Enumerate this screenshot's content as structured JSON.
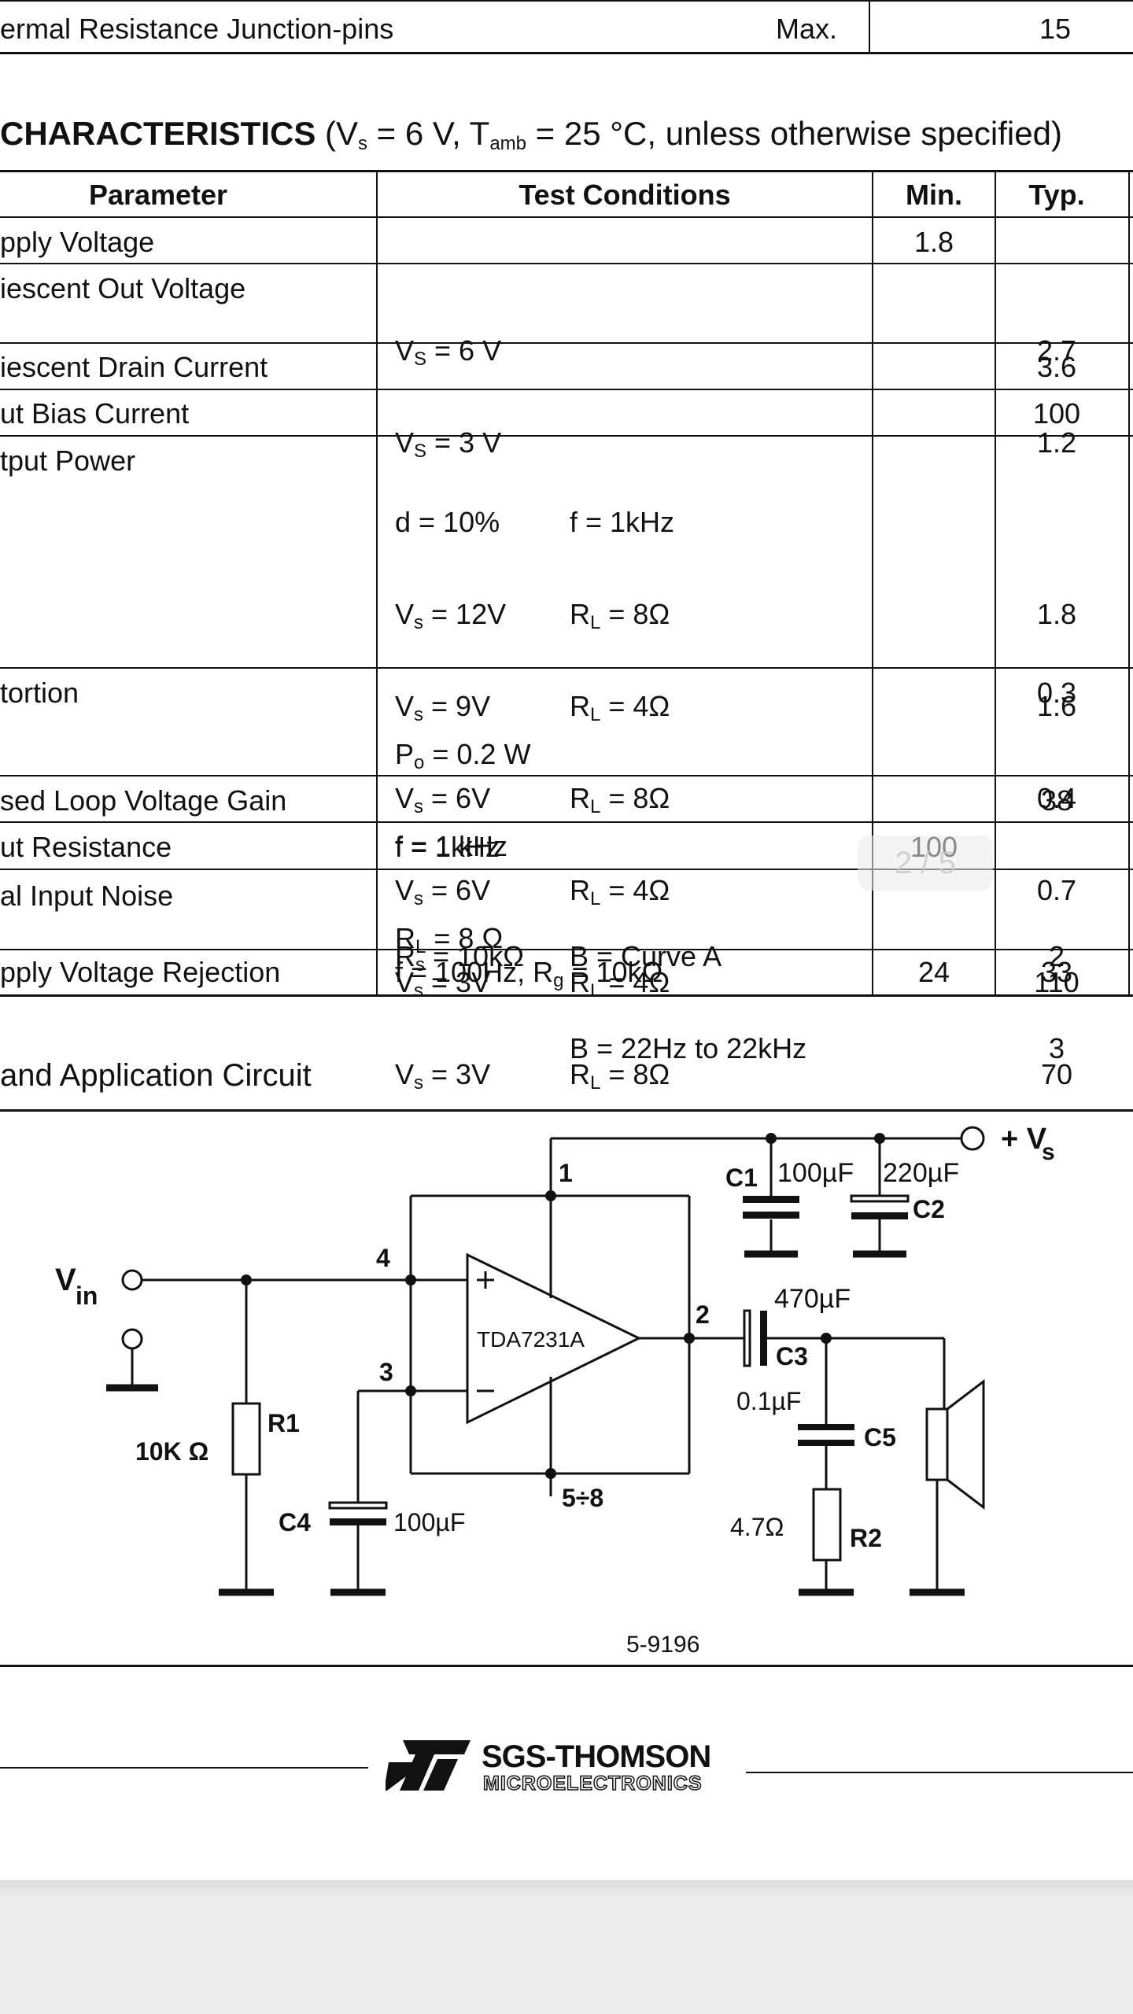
{
  "top_row": {
    "label": "ermal Resistance Junction-pins",
    "type": "Max.",
    "value": "15"
  },
  "section": {
    "title_bold": "CHARACTERISTICS",
    "conditions_open": "(V",
    "conditions_vs_sub": "s",
    "conditions_mid": " = 6 V,  T",
    "conditions_t_sub": "amb",
    "conditions_end": " = 25 °C,  unless otherwise specified)"
  },
  "table": {
    "headers": {
      "parameter": "Parameter",
      "conditions": "Test Conditions",
      "min": "Min.",
      "typ": "Typ."
    },
    "rows": [
      {
        "param": "pply Voltage",
        "cond": [],
        "min": "1.8",
        "typ": []
      },
      {
        "param": "iescent Out Voltage",
        "cond": [
          "Vs = 6 V",
          "Vs = 3 V"
        ],
        "min": "",
        "typ": [
          "2.7",
          "1.2"
        ]
      },
      {
        "param": "iescent Drain Current",
        "cond": [],
        "min": "",
        "typ": [
          "3.6"
        ]
      },
      {
        "param": "ut Bias Current",
        "cond": [],
        "min": "",
        "typ": [
          "100"
        ]
      },
      {
        "param": "tput Power",
        "cond_a": [
          "d = 10%",
          "Vs = 12V",
          "Vs = 9V",
          "Vs = 6V",
          "Vs = 6V",
          "Vs = 3V",
          "Vs = 3V"
        ],
        "cond_b": [
          "f = 1kHz",
          "RL = 8Ω",
          "RL = 4Ω",
          "RL = 8Ω",
          "RL = 4Ω",
          "RL = 4Ω",
          "RL = 8Ω"
        ],
        "min": "",
        "typ": [
          "",
          "1.8",
          "1.6",
          "0.4",
          "0.7",
          "110",
          "70"
        ]
      },
      {
        "param": "tortion",
        "cond": [
          "Po = 0.2 W",
          "f = 1 kHz",
          "RL = 8 Ω"
        ],
        "min": "",
        "typ": [
          "0.3"
        ]
      },
      {
        "param": "sed Loop Voltage Gain",
        "cond": [],
        "min": "",
        "typ": [
          "38"
        ]
      },
      {
        "param": "ut Resistance",
        "cond": [
          "f = 1kHz"
        ],
        "min": "100",
        "typ": []
      },
      {
        "param": "al Input Noise",
        "cond_a": [
          "Rs = 10kΩ"
        ],
        "cond_b": [
          "B = Curve A",
          "B = 22Hz to 22kHz"
        ],
        "min": "",
        "typ": [
          "2",
          "3"
        ]
      },
      {
        "param": "pply Voltage Rejection",
        "cond": [
          "f = 100Hz, Rg = 10kΩ"
        ],
        "min": "24",
        "typ": [
          "33"
        ]
      }
    ]
  },
  "circuit": {
    "title": "and Application Circuit",
    "labels": {
      "vin": "V",
      "vin_sub": "in",
      "vs": "+ V",
      "vs_sub": "s",
      "pin1": "1",
      "pin2": "2",
      "pin3": "3",
      "pin4": "4",
      "pin58": "5÷8",
      "ic": "TDA7231A",
      "c1": "C1",
      "c1_val": "100µF",
      "c2": "C2",
      "c2_val": "220µF",
      "c3": "C3",
      "c3_val": "470µF",
      "c4": "C4",
      "c4_val": "100µF",
      "c5": "C5",
      "c5_val": "0.1µF",
      "r1": "R1",
      "r1_val": "10K Ω",
      "r2": "R2",
      "r2_val": "4.7Ω",
      "drawing_no": "5-9196"
    }
  },
  "footer": {
    "brand": "SGS-THOMSON",
    "sub": "MICROELECTRONICS"
  },
  "page_indicator": "2 / 5"
}
